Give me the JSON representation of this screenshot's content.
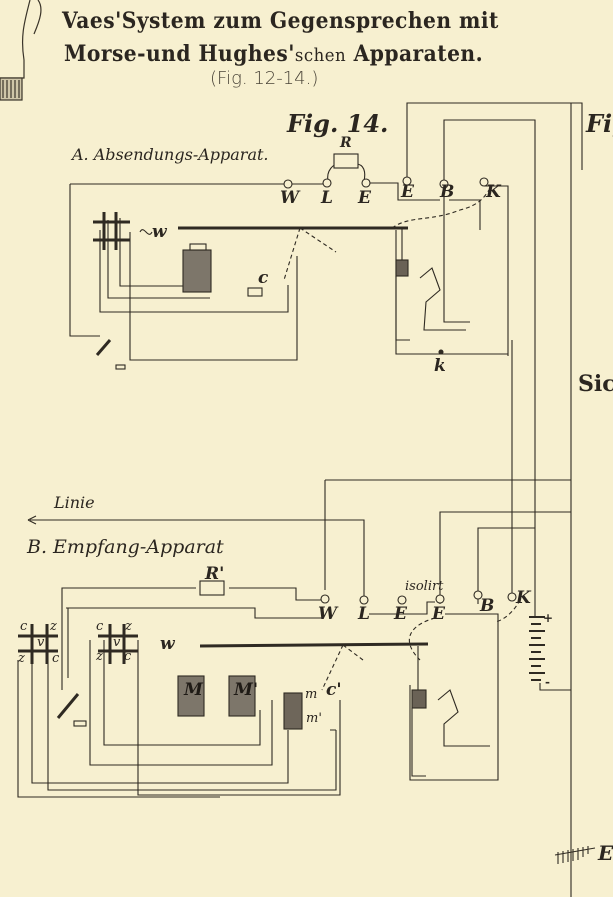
{
  "title": {
    "line1": "Vaes'System zum Gegensprechen mit",
    "line2_main": "Morse-und Hughes'",
    "line2_small": "schen",
    "line2_end": "Apparaten.",
    "figures": "(Fig. 12-14.)"
  },
  "figure": {
    "label": "Fig. 14.",
    "right_edge_label": "Fig",
    "right_edge_text": "Sic",
    "earth_label": "E"
  },
  "section_a": {
    "title": "A. Absendungs-Apparat.",
    "resistor": "R",
    "terminals": [
      "W",
      "L",
      "E",
      "E",
      "B",
      "K"
    ],
    "contact_c": "c",
    "spring_w": "w",
    "key_k": "k"
  },
  "section_b": {
    "title": "B. Empfang-Apparat",
    "line_label": "Linie",
    "resistor": "R'",
    "terminals": [
      "W",
      "L",
      "E",
      "E",
      "B",
      "K"
    ],
    "isolated_label": "isolirt",
    "switch1": {
      "c1": "c",
      "z1": "z",
      "v": "v",
      "z2": "z",
      "c2": "c"
    },
    "switch2": {
      "c1": "c",
      "z1": "z",
      "v": "v",
      "z2": "z",
      "c2": "c"
    },
    "spring_w": "w",
    "magnet_1": "M",
    "magnet_2": "M'",
    "contact_m": "m",
    "contact_m2": "m'",
    "contact_c": "c'",
    "battery_plus": "+",
    "battery_minus": "-"
  },
  "colors": {
    "paper": "#f7f0d0",
    "ink": "#2b2620"
  }
}
